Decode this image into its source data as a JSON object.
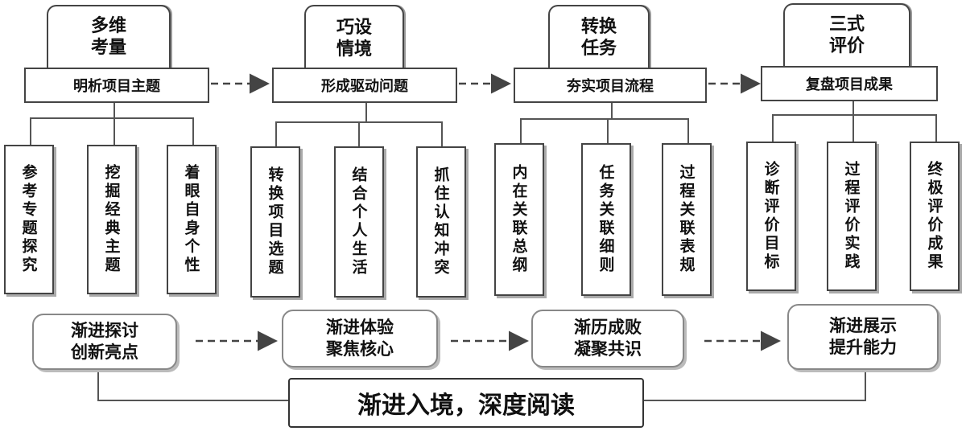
{
  "stages": [
    {
      "head": "多维\n考量",
      "main": "明析项目主题",
      "subs": [
        "参考专题探究",
        "挖掘经典主题",
        "着眼自身个性"
      ],
      "lower": "渐进探讨\n创新亮点"
    },
    {
      "head": "巧设\n情境",
      "main": "形成驱动问题",
      "subs": [
        "转换项目选题",
        "结合个人生活",
        "抓住认知冲突"
      ],
      "lower": "渐进体验\n聚焦核心"
    },
    {
      "head": "转换\n任务",
      "main": "夯实项目流程",
      "subs": [
        "内在关联总纲",
        "任务关联细则",
        "过程关联表规"
      ],
      "lower": "渐历成败\n凝聚共识"
    },
    {
      "head": "三式\n评价",
      "main": "复盘项目成果",
      "subs": [
        "诊断评价目标",
        "过程评价实践",
        "终极评价成果"
      ],
      "lower": "渐进展示\n提升能力"
    }
  ],
  "banner": "渐进入境，深度阅读",
  "colors": {
    "border": "#444444",
    "line": "#444444"
  }
}
